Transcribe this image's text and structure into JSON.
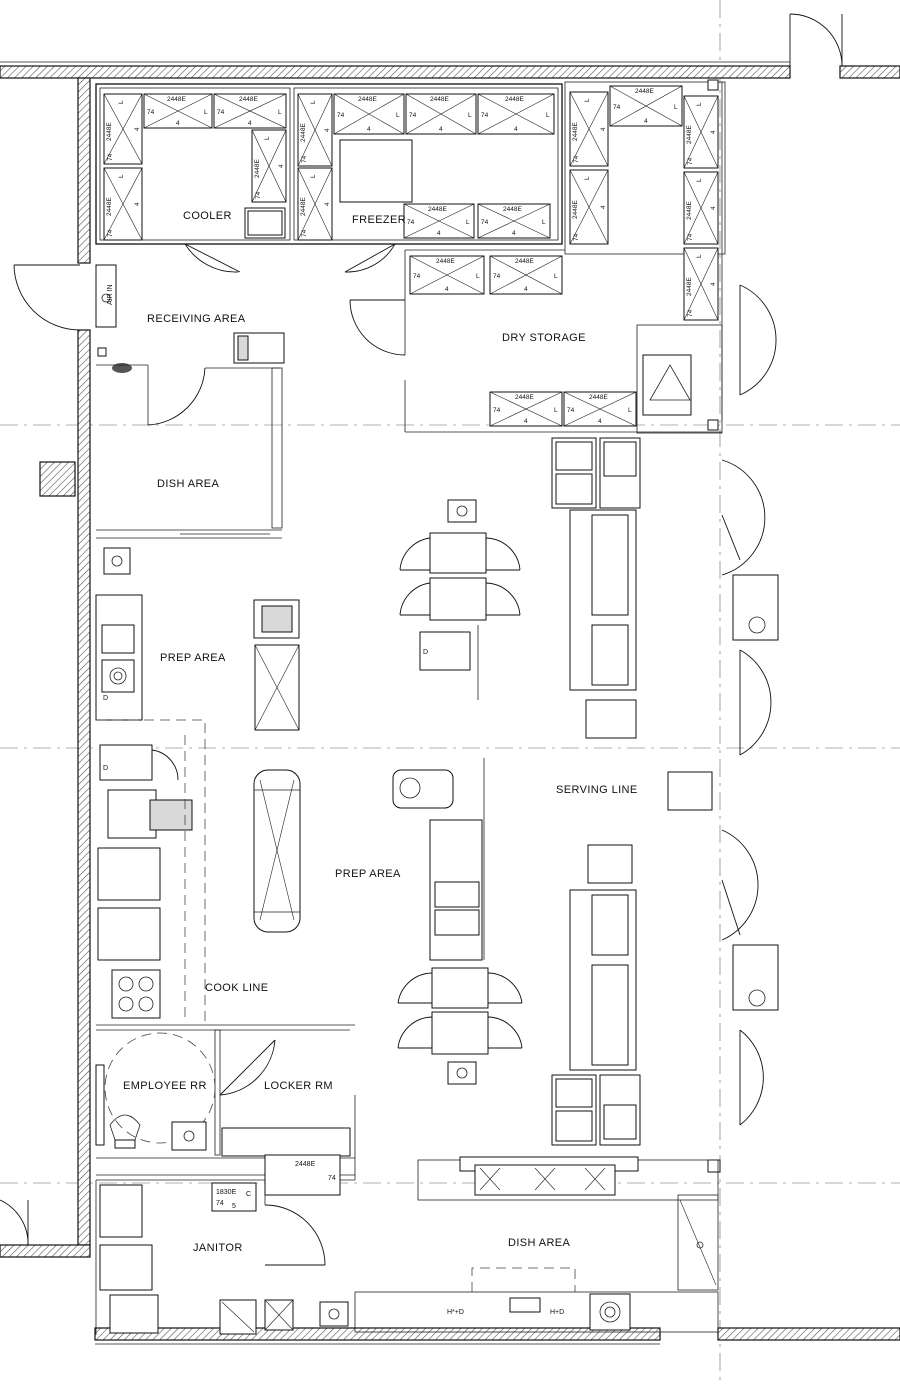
{
  "rooms": {
    "cooler": "COOLER",
    "freezer": "FREEZER",
    "receiving": "RECEIVING AREA",
    "dry_storage": "DRY STORAGE",
    "dish_area_upper": "DISH AREA",
    "prep_area_upper": "PREP AREA",
    "prep_area_center": "PREP AREA",
    "serving_line": "SERVING LINE",
    "cook_line": "COOK LINE",
    "employee_rr": "EMPLOYEE RR",
    "locker_rm": "LOCKER RM",
    "janitor": "JANITOR",
    "dish_area_lower": "DISH AREA"
  },
  "labels": {
    "shelf_code": "2448E",
    "shelf_depth": "74",
    "shelf_count": "4",
    "shelf_l": "L",
    "shelf_small_code": "1830E",
    "shelf_small_depth": "74",
    "shelf_small_count": "5",
    "shelf_small_c": "C",
    "hd_left": "H*+D",
    "hd_right": "H+D",
    "d_mark": "D",
    "air_in": "AIR IN"
  },
  "colors": {
    "line": "#111111",
    "hatch": "#555555",
    "background": "#ffffff",
    "equipment_fill": "#d9d9d9"
  }
}
